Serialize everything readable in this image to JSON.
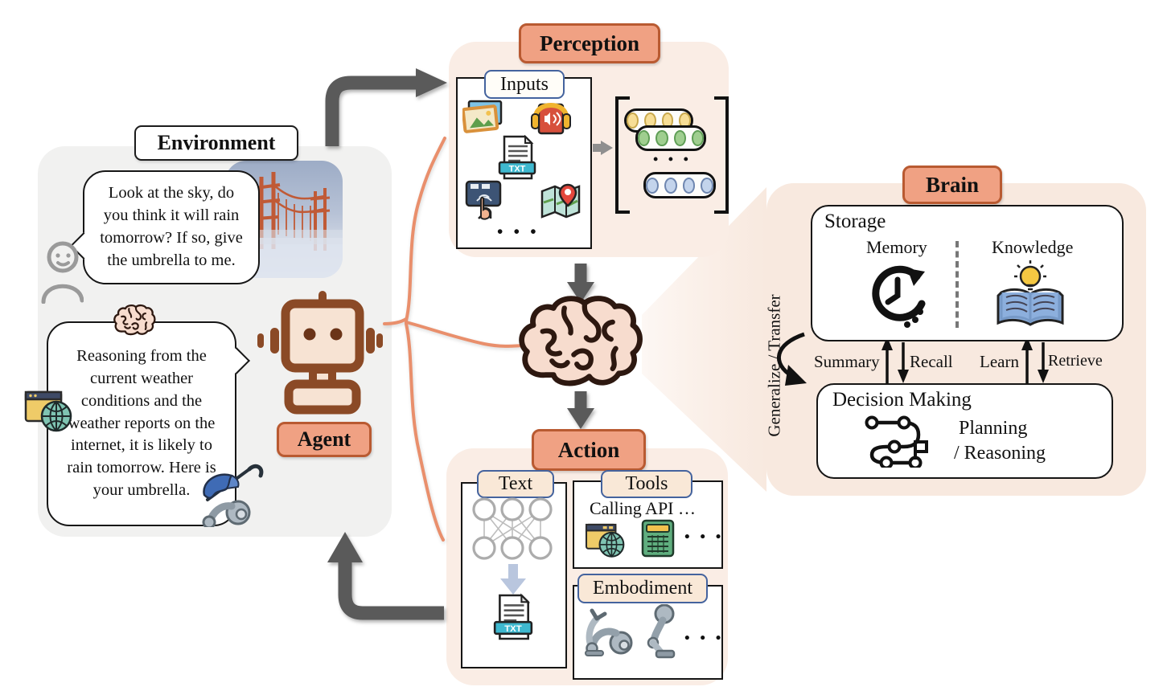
{
  "diagram": {
    "environment": {
      "title": "Environment",
      "user_bubble": "Look at the sky, do you think it will rain tomorrow? If so, give the umbrella to me.",
      "agent_bubble": "Reasoning from the current weather conditions and the weather reports on the internet, it is likely to rain tomorrow. Here is your umbrella.",
      "agent_label": "Agent"
    },
    "perception": {
      "title": "Perception",
      "inputs_label": "Inputs",
      "inputs_ellipsis": "• • •",
      "tokens_ellipsis": "• • •"
    },
    "action": {
      "title": "Action",
      "text_label": "Text",
      "tools_label": "Tools",
      "tools_caption": "Calling API …",
      "tools_ellipsis": "• • •",
      "embodiment_label": "Embodiment",
      "embodiment_ellipsis": "• • •"
    },
    "brain": {
      "title": "Brain",
      "storage_label": "Storage",
      "memory_label": "Memory",
      "knowledge_label": "Knowledge",
      "summary_label": "Summary",
      "recall_label": "Recall",
      "learn_label": "Learn",
      "retrieve_label": "Retrieve",
      "decision_label": "Decision Making",
      "planning_label": "Planning",
      "reasoning_label": "/ Reasoning",
      "generalize_label": "Generalize / Transfer"
    },
    "txt_badge": "TXT"
  },
  "colors": {
    "accent_salmon": "#F0A183",
    "accent_border": "#B95A31",
    "panel_peach": "#FAEDE5",
    "env_gray": "#F1F1F0",
    "arrow_gray": "#5A5A5A",
    "curve_orange": "#E98F6C",
    "sublabel_border_blue": "#44639E",
    "token_yellow": "#F7DE96",
    "token_green": "#9FCE8F",
    "token_blue": "#C3D4EC"
  }
}
